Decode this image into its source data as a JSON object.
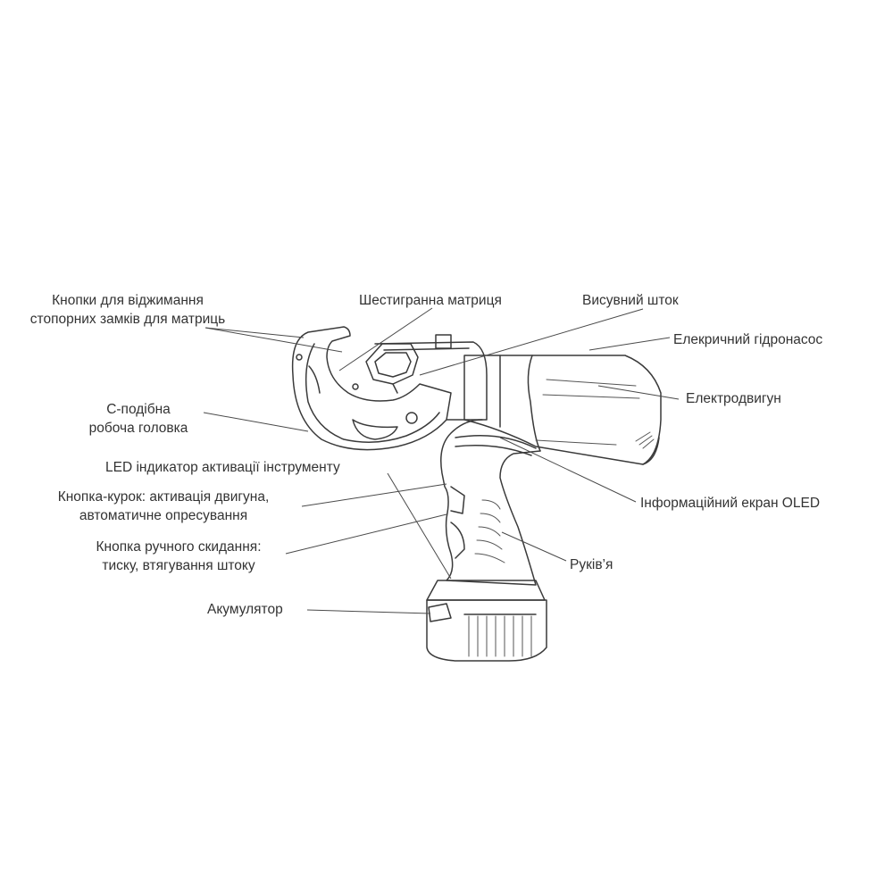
{
  "labels": {
    "die_lock_buttons_line1": "Кнопки для віджимання",
    "die_lock_buttons_line2": "стопорних замків для матриць",
    "hex_die": "Шестигранна матриця",
    "piston": "Висувний шток",
    "hydraulic_pump": "Елекричний гідронасос",
    "motor": "Електродвигун",
    "c_head_line1": "С-подібна",
    "c_head_line2": "робоча головка",
    "led_indicator": "LED індикатор активації інструменту",
    "trigger_line1": "Кнопка-курок: активація двигуна,",
    "trigger_line2": "автоматичне опресування",
    "oled_screen": "Інформаційний екран OLED",
    "manual_reset_line1": "Кнопка ручного скидання:",
    "manual_reset_line2": "тиску, втягування штоку",
    "handle": "Руків’я",
    "battery": "Акумулятор"
  },
  "colors": {
    "line": "#3a3a3a",
    "text": "#333333",
    "background": "#ffffff"
  }
}
